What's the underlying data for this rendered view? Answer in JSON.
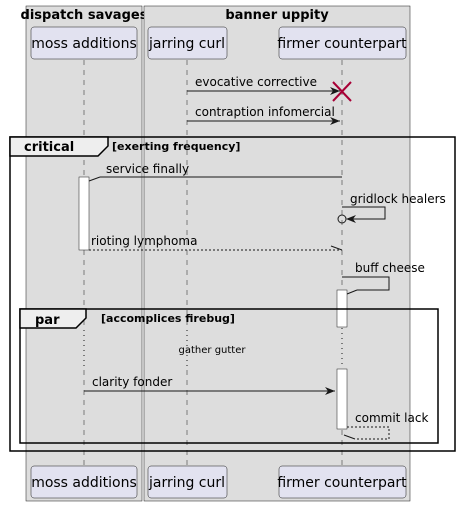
{
  "boxes": [
    {
      "title": "dispatch savages"
    },
    {
      "title": "banner uppity"
    }
  ],
  "participants": [
    {
      "id": "moss",
      "label": "moss additions"
    },
    {
      "id": "jarring",
      "label": "jarring curl"
    },
    {
      "id": "firmer",
      "label": "firmer counterpart"
    }
  ],
  "messages": [
    {
      "id": "m1",
      "label": "evocative corrective",
      "from": "jarring",
      "to": "firmer",
      "style": "solid",
      "end": "destroy"
    },
    {
      "id": "m2",
      "label": "contraption infomercial",
      "from": "jarring",
      "to": "firmer",
      "style": "solid"
    },
    {
      "id": "m3",
      "label": "service finally",
      "from": "firmer",
      "to": "moss",
      "style": "solid"
    },
    {
      "id": "m4",
      "label": "gridlock healers",
      "from": "firmer",
      "to": "firmer",
      "style": "solid",
      "end": "lost-circle"
    },
    {
      "id": "m5",
      "label": "rioting lymphoma",
      "from": "moss",
      "to": "firmer",
      "style": "dashed"
    },
    {
      "id": "m6",
      "label": "buff cheese",
      "from": "firmer",
      "to": "firmer",
      "style": "solid"
    },
    {
      "id": "m7",
      "label": "clarity fonder",
      "from": "moss",
      "to": "firmer",
      "style": "solid"
    },
    {
      "id": "m8",
      "label": "commit lack",
      "from": "firmer",
      "to": "firmer",
      "style": "dashed"
    }
  ],
  "frames": {
    "critical": {
      "keyword": "critical",
      "condition": "[exerting frequency]"
    },
    "par": {
      "keyword": "par",
      "condition": "[accomplices firebug]"
    }
  },
  "delay": {
    "label": "gather gutter"
  }
}
